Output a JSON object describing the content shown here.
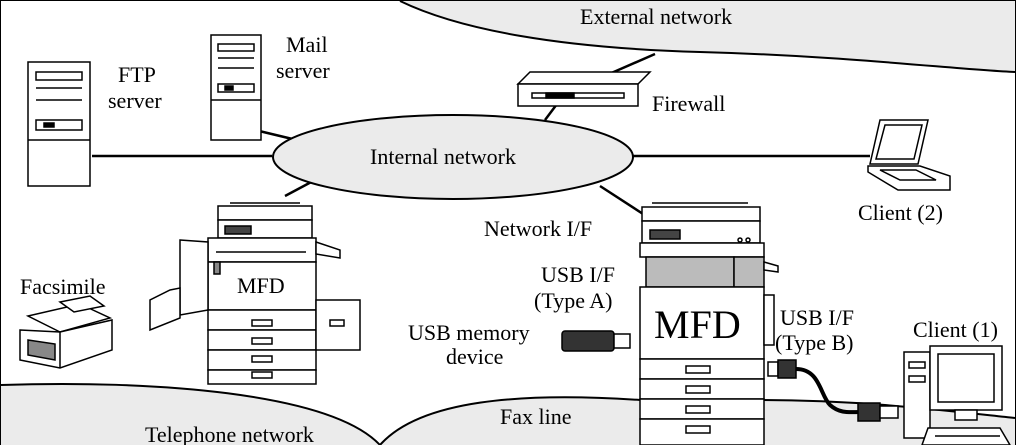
{
  "labels": {
    "external_network": "External network",
    "internal_network": "Internal network",
    "telephone_network": "Telephone network",
    "ftp_line1": "FTP",
    "ftp_line2": "server",
    "mail_line1": "Mail",
    "mail_line2": "server",
    "firewall": "Firewall",
    "client2": "Client (2)",
    "client1": "Client (1)",
    "network_if": "Network  I/F",
    "facsimile": "Facsimile",
    "mfd_left": "MFD",
    "mfd_main": "MFD",
    "usb_a_line1": "USB I/F",
    "usb_a_line2": "(Type A)",
    "usb_b_line1": "USB I/F",
    "usb_b_line2": "(Type B)",
    "usb_mem_line1": "USB memory",
    "usb_mem_line2": "device",
    "fax_line": "Fax line"
  },
  "icons": [
    "ftp-server-icon",
    "mail-server-icon",
    "firewall-icon",
    "laptop-icon",
    "desktop-pc-icon",
    "mfd-printer-icon",
    "facsimile-icon",
    "usb-memory-icon",
    "usb-cable-icon"
  ]
}
